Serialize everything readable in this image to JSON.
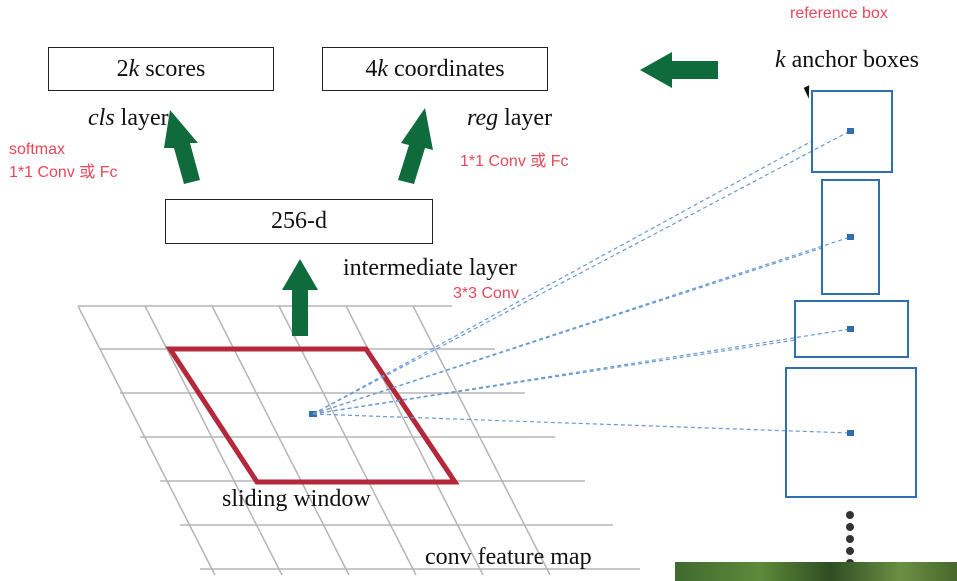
{
  "diagram": {
    "cls_output": {
      "count": "2",
      "var": "k",
      "text": " scores"
    },
    "reg_output": {
      "count": "4",
      "var": "k",
      "text": " coordinates"
    },
    "cls_layer": {
      "name": "cls",
      "suffix": " layer"
    },
    "reg_layer": {
      "name": "reg",
      "suffix": " layer"
    },
    "intermediate_box": "256-d",
    "intermediate_layer_label": "intermediate layer",
    "anchor_title": {
      "var": "k",
      "text": " anchor boxes"
    },
    "sliding_window_label": "sliding window",
    "feature_map_label": "conv feature map",
    "annotations": {
      "reference_box": "reference box",
      "softmax": "softmax",
      "cls_op": "1*1 Conv 或 Fc",
      "reg_op": "1*1 Conv 或 Fc",
      "intermediate_op": "3*3 Conv"
    },
    "colors": {
      "arrow_green": "#0f6b3c",
      "window_red": "#b3283a",
      "anchor_blue": "#2f6fb0",
      "annotation_red": "#e8485a",
      "grid_gray": "#b5b5b5"
    }
  }
}
